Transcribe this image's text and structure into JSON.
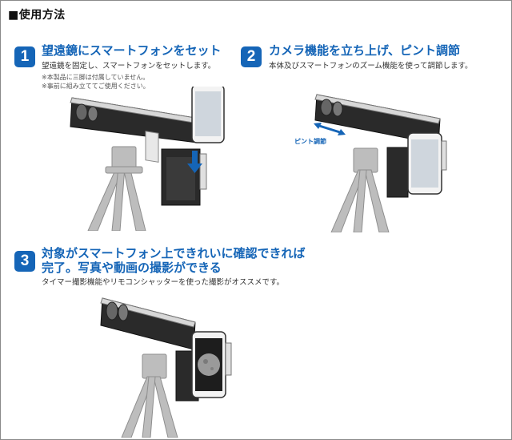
{
  "section": {
    "title": "■使用方法"
  },
  "steps": [
    {
      "number": "1",
      "title": "望遠鏡にスマートフォンをセット",
      "description": "望遠鏡を固定し、スマートフォンをセットします。",
      "notes": [
        "※本製品に三脚は付属していません。",
        "※事前に組み立ててご使用ください。"
      ]
    },
    {
      "number": "2",
      "title": "カメラ機能を立ち上げ、ピント調節",
      "description": "本体及びスマートフォンのズーム機能を使って調節します。",
      "annotation": "ピント調節"
    },
    {
      "number": "3",
      "title_line1": "対象がスマートフォン上できれいに確認できれば",
      "title_line2": "完了。写真や動画の撮影ができる",
      "description": "タイマー撮影機能やリモコンシャッターを使った撮影がオススメです。"
    }
  ],
  "colors": {
    "accent": "#1565b7",
    "text": "#333333",
    "device": "#222222",
    "tripod": "#b8b8b8"
  }
}
